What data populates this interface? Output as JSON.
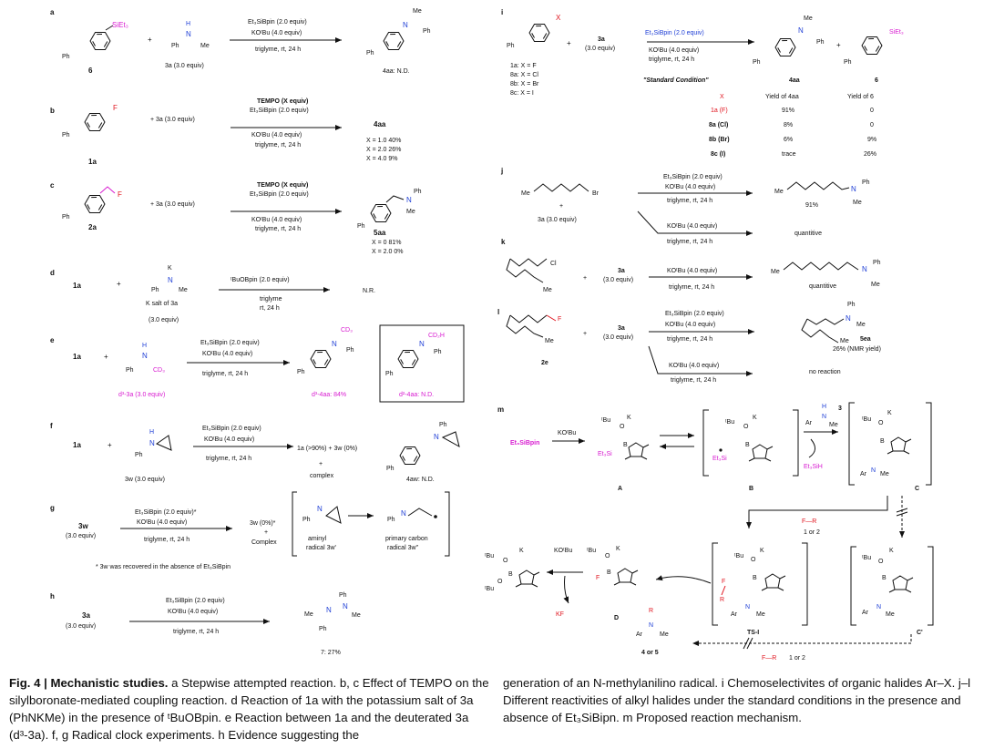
{
  "panels": {
    "a": {
      "letter": "a",
      "reagent1": "Et₃SiBpin (2.0 equiv)",
      "reagent2": "KOᵗBu (4.0 equiv)",
      "cond": "triglyme, rt, 24 h",
      "sm": "6",
      "amine": "3a (3.0 equiv)",
      "product": "4aa: N.D."
    },
    "b": {
      "letter": "b",
      "tempo": "TEMPO (X equiv)",
      "reagent1": "Et₃SiBpin (2.0 equiv)",
      "reagent2": "KOᵗBu (4.0 equiv)",
      "cond": "triglyme, rt, 24 h",
      "sm": "1a",
      "amine": "+ 3a (3.0 equiv)",
      "product": "4aa",
      "rows": [
        "X = 1.0      40%",
        "X = 2.0      26%",
        "X = 4.0      9%"
      ]
    },
    "c": {
      "letter": "c",
      "tempo": "TEMPO (X equiv)",
      "reagent1": "Et₃SiBpin (2.0 equiv)",
      "reagent2": "KOᵗBu (4.0 equiv)",
      "cond": "triglyme, rt, 24 h",
      "sm": "2a",
      "amine": "+ 3a (3.0 equiv)",
      "product": "5aa",
      "rows": [
        "X = 0     81%",
        "X = 2.0   0%"
      ]
    },
    "d": {
      "letter": "d",
      "sm": "1a",
      "reagent": "ᵗBuOBpin (2.0 equiv)",
      "cond1": "triglyme",
      "cond2": "rt, 24 h",
      "salt": "K salt of 3a",
      "equiv": "(3.0 equiv)",
      "product": "N.R."
    },
    "e": {
      "letter": "e",
      "sm": "1a",
      "reagent1": "Et₃SiBpin (2.0 equiv)",
      "reagent2": "KOᵗBu (4.0 equiv)",
      "cond": "triglyme, rt, 24 h",
      "amine": "d³-3a (3.0 equiv)",
      "product": "d³-4aa: 84%",
      "boxed": "d²-4aa: N.D."
    },
    "f": {
      "letter": "f",
      "sm": "1a",
      "reagent1": "Et₃SiBpin (2.0 equiv)",
      "reagent2": "KOᵗBu (4.0 equiv)",
      "cond": "triglyme, rt, 24 h",
      "amine": "3w (3.0 equiv)",
      "result": "1a (>90%) + 3w (0%)",
      "plus": "+",
      "complex": "complex",
      "product": "4aw: N.D."
    },
    "g": {
      "letter": "g",
      "sm": "3w",
      "equiv": "(3.0 equiv)",
      "reagent1": "Et₃SiBpin (2.0 equiv)*",
      "reagent2": "KOᵗBu (4.0 equiv)",
      "cond": "triglyme, rt, 24 h",
      "result1": "3w (0%)*",
      "result2": "+",
      "result3": "Complex",
      "rad1a": "aminyl",
      "rad1b": "radical 3w'",
      "rad2a": "primary carbon",
      "rad2b": "radical 3w''",
      "note": "* 3w was recovered in the absence of Et₃SiBpin"
    },
    "h": {
      "letter": "h",
      "sm": "3a",
      "equiv": "(3.0 equiv)",
      "reagent1": "Et₃SiBpin (2.0 equiv)",
      "reagent2": "KOᵗBu (4.0 equiv)",
      "cond": "triglyme, rt, 24 h",
      "product": "7: 27%"
    },
    "i": {
      "letter": "i",
      "amine": "3a",
      "equiv": "(3.0 equiv)",
      "reagent1": "Et₃SiBpin (2.0 equiv)",
      "reagent2": "KOᵗBu (4.0 equiv)",
      "cond": "triglyme, rt, 24 h",
      "list": [
        "1a: X = F",
        "8a: X = Cl",
        "8b: X = Br",
        "8c: X = I"
      ],
      "std": "\"Standard Condition\"",
      "prod1": "4aa",
      "prod2": "6",
      "headers": [
        "X",
        "Yield of 4aa",
        "Yield of 6"
      ],
      "rows": [
        [
          "1a (F)",
          "91%",
          "0"
        ],
        [
          "8a (Cl)",
          "8%",
          "0"
        ],
        [
          "8b (Br)",
          "6%",
          "9%"
        ],
        [
          "8c (I)",
          "trace",
          "26%"
        ]
      ]
    },
    "j": {
      "letter": "j",
      "amine": "3a (3.0 equiv)",
      "reagent1": "Et₃SiBpin (2.0 equiv)",
      "reagent2": "KOᵗBu (4.0 equiv)",
      "cond": "triglyme, rt, 24 h",
      "yield1": "91%",
      "reagent3": "KOᵗBu (4.0 equiv)",
      "cond2": "triglyme, rt, 24 h",
      "yield2": "quantitive"
    },
    "k": {
      "letter": "k",
      "amine": "3a",
      "equiv": "(3.0 equiv)",
      "reagent": "KOᵗBu (4.0 equiv)",
      "cond": "triglyme, rt, 24 h",
      "yield": "quantitive"
    },
    "l": {
      "letter": "l",
      "sm": "2e",
      "amine": "3a",
      "equiv": "(3.0 equiv)",
      "reagent1": "Et₃SiBpin (2.0 equiv)",
      "reagent2": "KOᵗBu (4.0 equiv)",
      "cond": "triglyme, rt, 24 h",
      "product": "5ea",
      "yield": "26% (NMR yield)",
      "reagent3": "KOᵗBu (4.0 equiv)",
      "cond2": "triglyme, rt, 24 h",
      "noreact": "no reaction"
    },
    "m": {
      "letter": "m",
      "start": "Et₃SiBpin",
      "kobu": "KOᵗBu",
      "A": "A",
      "B": "B",
      "C": "C",
      "Cp": "C'",
      "D": "D",
      "TS": "TS-I",
      "et3sih": "Et₃SiH",
      "fr": "F—R",
      "fr_sub": "1 or 2",
      "fr2": "F—R",
      "fr2_sub": "1 or 2",
      "kf": "KF",
      "kobu2": "KOᵗBu",
      "prod": "4 or 5",
      "num3": "3"
    }
  },
  "caption": {
    "label": "Fig. 4 |",
    "title": "Mechanistic studies.",
    "left": " a Stepwise attempted reaction. b, c Effect of TEMPO on the silylboronate-mediated coupling reaction. d Reaction of 1a with the potassium salt of 3a (PhNKMe) in the presence of ᵗBuOBpin. e Reaction between 1a and the deuterated 3a (d³-3a). f, g Radical clock experiments. h Evidence suggesting the",
    "right": "generation of an N-methylanilino radical. i Chemoselectivites of organic halides Ar–X. j–l Different reactivities of alkyl halides under the standard conditions in the presence and absence of Et₃SiBipn. m Proposed reaction mechanism."
  }
}
